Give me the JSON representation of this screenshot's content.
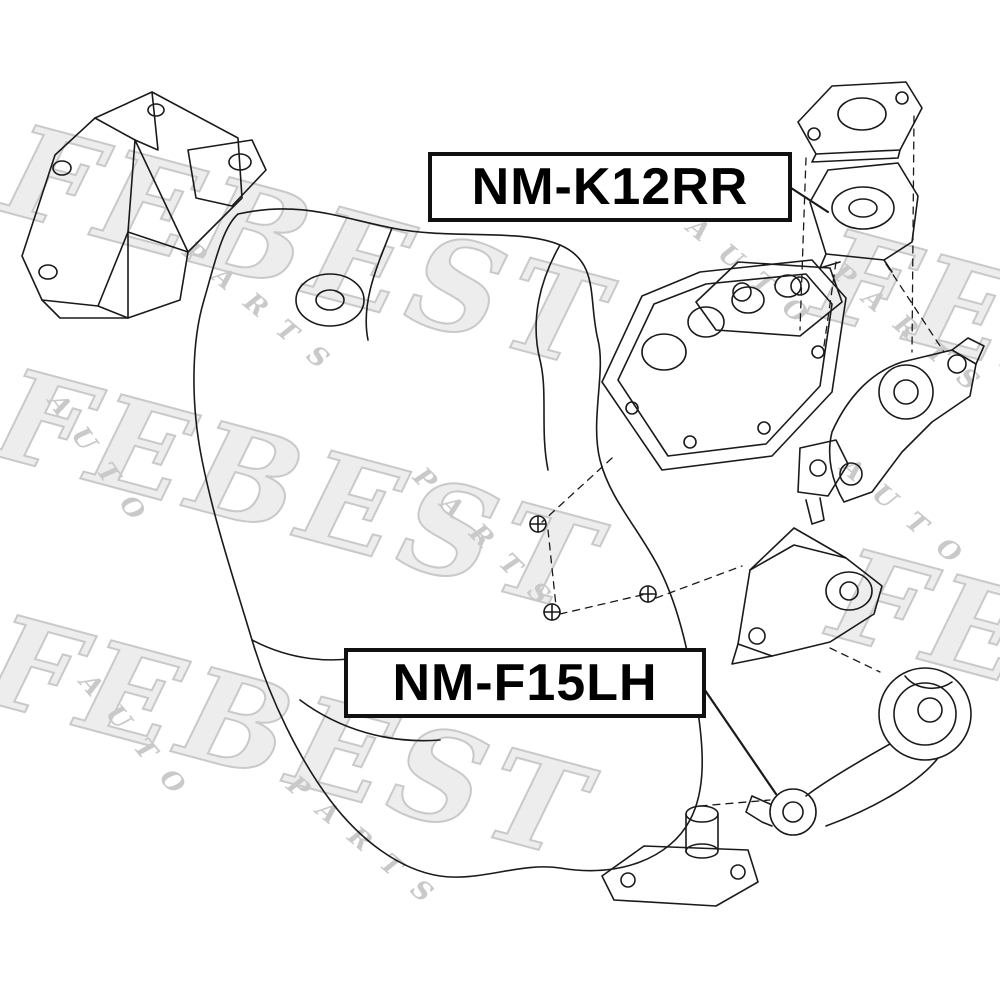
{
  "colors": {
    "background": "#ffffff",
    "line": "#1a1a1a",
    "watermark_outline": "#c9c9c9",
    "watermark_fill": "#ededed",
    "label_border": "#111111"
  },
  "watermark": {
    "brand": "FEBEST",
    "words": [
      "AUTO",
      "PARTS"
    ]
  },
  "part_labels": [
    {
      "part_number": "NM-K12RR"
    },
    {
      "part_number": "NM-F15LH"
    }
  ]
}
